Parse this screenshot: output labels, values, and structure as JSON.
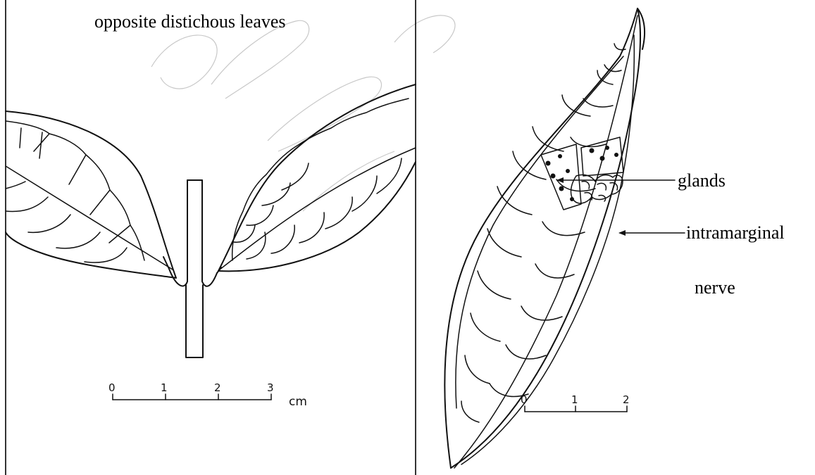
{
  "left_panel": {
    "title": "opposite distichous leaves",
    "scale_ticks": [
      "0",
      "1",
      "2",
      "3"
    ],
    "scale_unit": "cm"
  },
  "right_panel": {
    "labels": {
      "glands": "glands",
      "intramarginal": "intramarginal",
      "nerve": "nerve"
    },
    "scale_ticks": [
      "0",
      "1",
      "2"
    ]
  },
  "colors": {
    "ink": "#111111",
    "background": "#ffffff",
    "watermark": "#c8c8c8"
  }
}
